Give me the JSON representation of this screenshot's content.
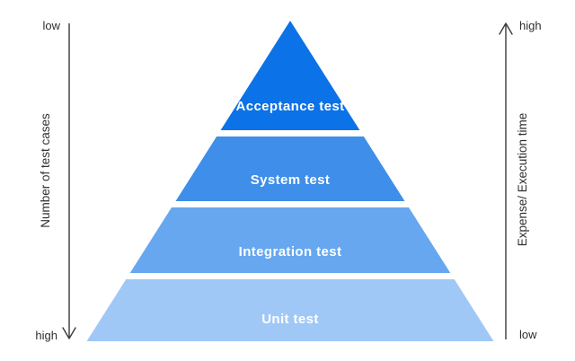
{
  "diagram": {
    "pyramid": {
      "layers": [
        {
          "label": "Acceptance test",
          "color": "#0b72e7"
        },
        {
          "label": "System test",
          "color": "#3e8eea"
        },
        {
          "label": "Integration test",
          "color": "#66a7f0"
        },
        {
          "label": "Unit test",
          "color": "#a0c8f7"
        }
      ],
      "label_color": "#ffffff"
    },
    "left_axis": {
      "label": "Number of test cases",
      "top_label": "low",
      "bottom_label": "high",
      "arrow_direction": "down"
    },
    "right_axis": {
      "label": "Expense/ Execution time",
      "top_label": "high",
      "bottom_label": "low",
      "arrow_direction": "up"
    },
    "axis_color": "#3a3a3a",
    "background_color": "#ffffff"
  }
}
